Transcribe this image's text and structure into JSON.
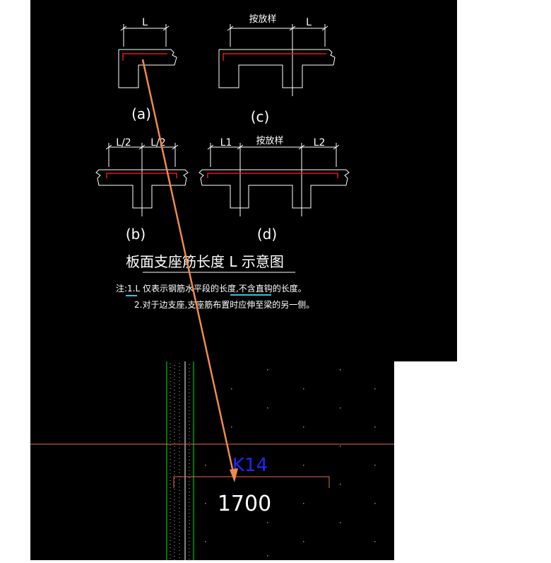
{
  "colors": {
    "background": "#000000",
    "page": "#ffffff",
    "line": "#ffffff",
    "rebar": "#e8161c",
    "grid": "#e36b4a",
    "arrow": "#f08a4b",
    "column": "#00c200",
    "dots": "#8a8a8a",
    "underline": "#33c3e0",
    "label_blue": "#2424ff"
  },
  "diagrams": {
    "a": {
      "dim": "L",
      "caption": "(a)"
    },
    "b": {
      "dim_left": "L/2",
      "dim_right": "L/2",
      "caption": "(b)"
    },
    "c": {
      "dim_top": "按放样",
      "dim_right": "L",
      "caption": "(c)"
    },
    "d": {
      "dim_left": "L1",
      "dim_mid": "按放样",
      "dim_right": "L2",
      "caption": "(d)"
    }
  },
  "figure_title": "板面支座筋长度 L 示意图",
  "notes": [
    "注:1.L 仅表示钢筋水平段的长度,不含直钩的长度。",
    "2.对于边支座,支座筋布置时应伸至梁的另一侧。"
  ],
  "rebar_label": "K14",
  "rebar_length": "1700"
}
